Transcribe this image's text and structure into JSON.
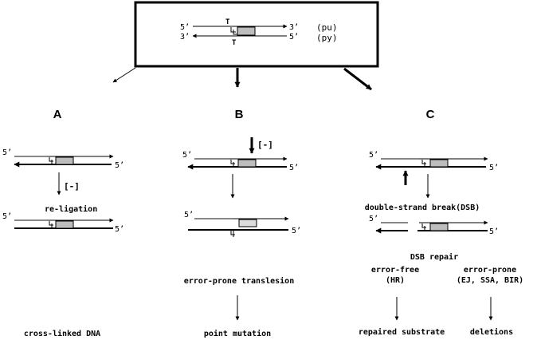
{
  "top_box": {
    "strand_top_5": "5’",
    "strand_top_3": "3’",
    "strand_bot_3": "3’",
    "strand_bot_5": "5’",
    "thymine_top": "T",
    "thymine_bot": "T",
    "label_pu": "(pu)",
    "label_py": "(py)"
  },
  "panels": {
    "A": {
      "letter": "A",
      "end_5_left": "5’",
      "end_5_right": "5’",
      "end_5_left_2": "5’",
      "end_5_right_2": "5’",
      "step_mark": "[-]",
      "step_label": "re-ligation",
      "outcome": "cross-linked DNA"
    },
    "B": {
      "letter": "B",
      "end_5_left": "5’",
      "end_5_right": "5’",
      "end_5_left_2": "5’",
      "end_5_right_2": "5’",
      "step_mark": "[-]",
      "step_label": "error-prone translesion",
      "outcome": "point mutation"
    },
    "C": {
      "letter": "C",
      "end_5_left": "5’",
      "end_5_right": "5’",
      "end_5_left_2": "5’",
      "end_5_right_2": "5’",
      "step_label": "double-strand break(DSB)",
      "repair_label": "DSB repair",
      "branch_left_title": "error-free",
      "branch_left_sub": "(HR)",
      "branch_right_title": "error-prone",
      "branch_right_sub": "(EJ, SSA, BIR)",
      "outcome_left": "repaired substrate",
      "outcome_right": "deletions"
    }
  }
}
